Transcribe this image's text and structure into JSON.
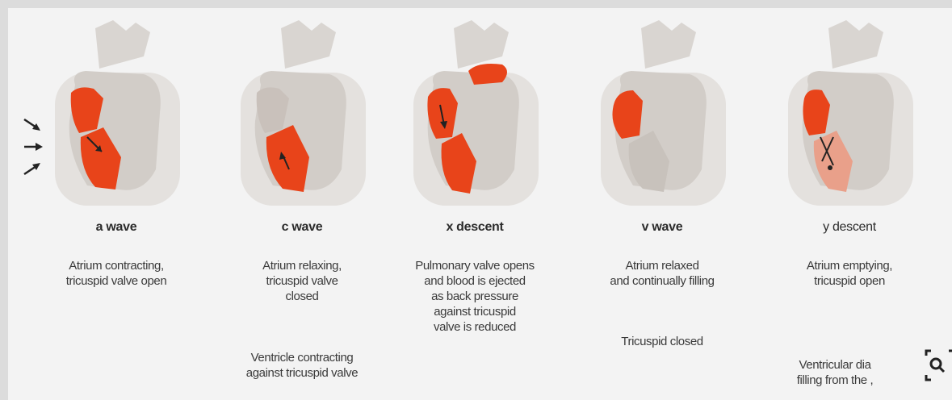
{
  "panels": [
    {
      "title": "a wave",
      "description": "Atrium contracting,\ntricuspid valve open",
      "note": ""
    },
    {
      "title": "c wave",
      "description": "Atrium relaxing,\ntricuspid valve\nclosed",
      "note": "Ventricle contracting\nagainst tricuspid valve"
    },
    {
      "title": "x descent",
      "description": "Pulmonary valve opens\nand blood is ejected\nas back pressure\nagainst tricuspid\nvalve is reduced",
      "note": ""
    },
    {
      "title": "v wave",
      "description": "Atrium relaxed\nand continually filling",
      "note": "Tricuspid closed"
    },
    {
      "title": "y descent",
      "description": "Atrium emptying,\ntricuspid open",
      "note": "Ventricular dia\nfilling from the ,"
    }
  ],
  "colors": {
    "highlight": "#e8441a",
    "heart_tissue": "#d6d1cc",
    "heart_outline": "#c9c5c0"
  },
  "icons": {
    "zoom": "zoom-search-icon"
  }
}
